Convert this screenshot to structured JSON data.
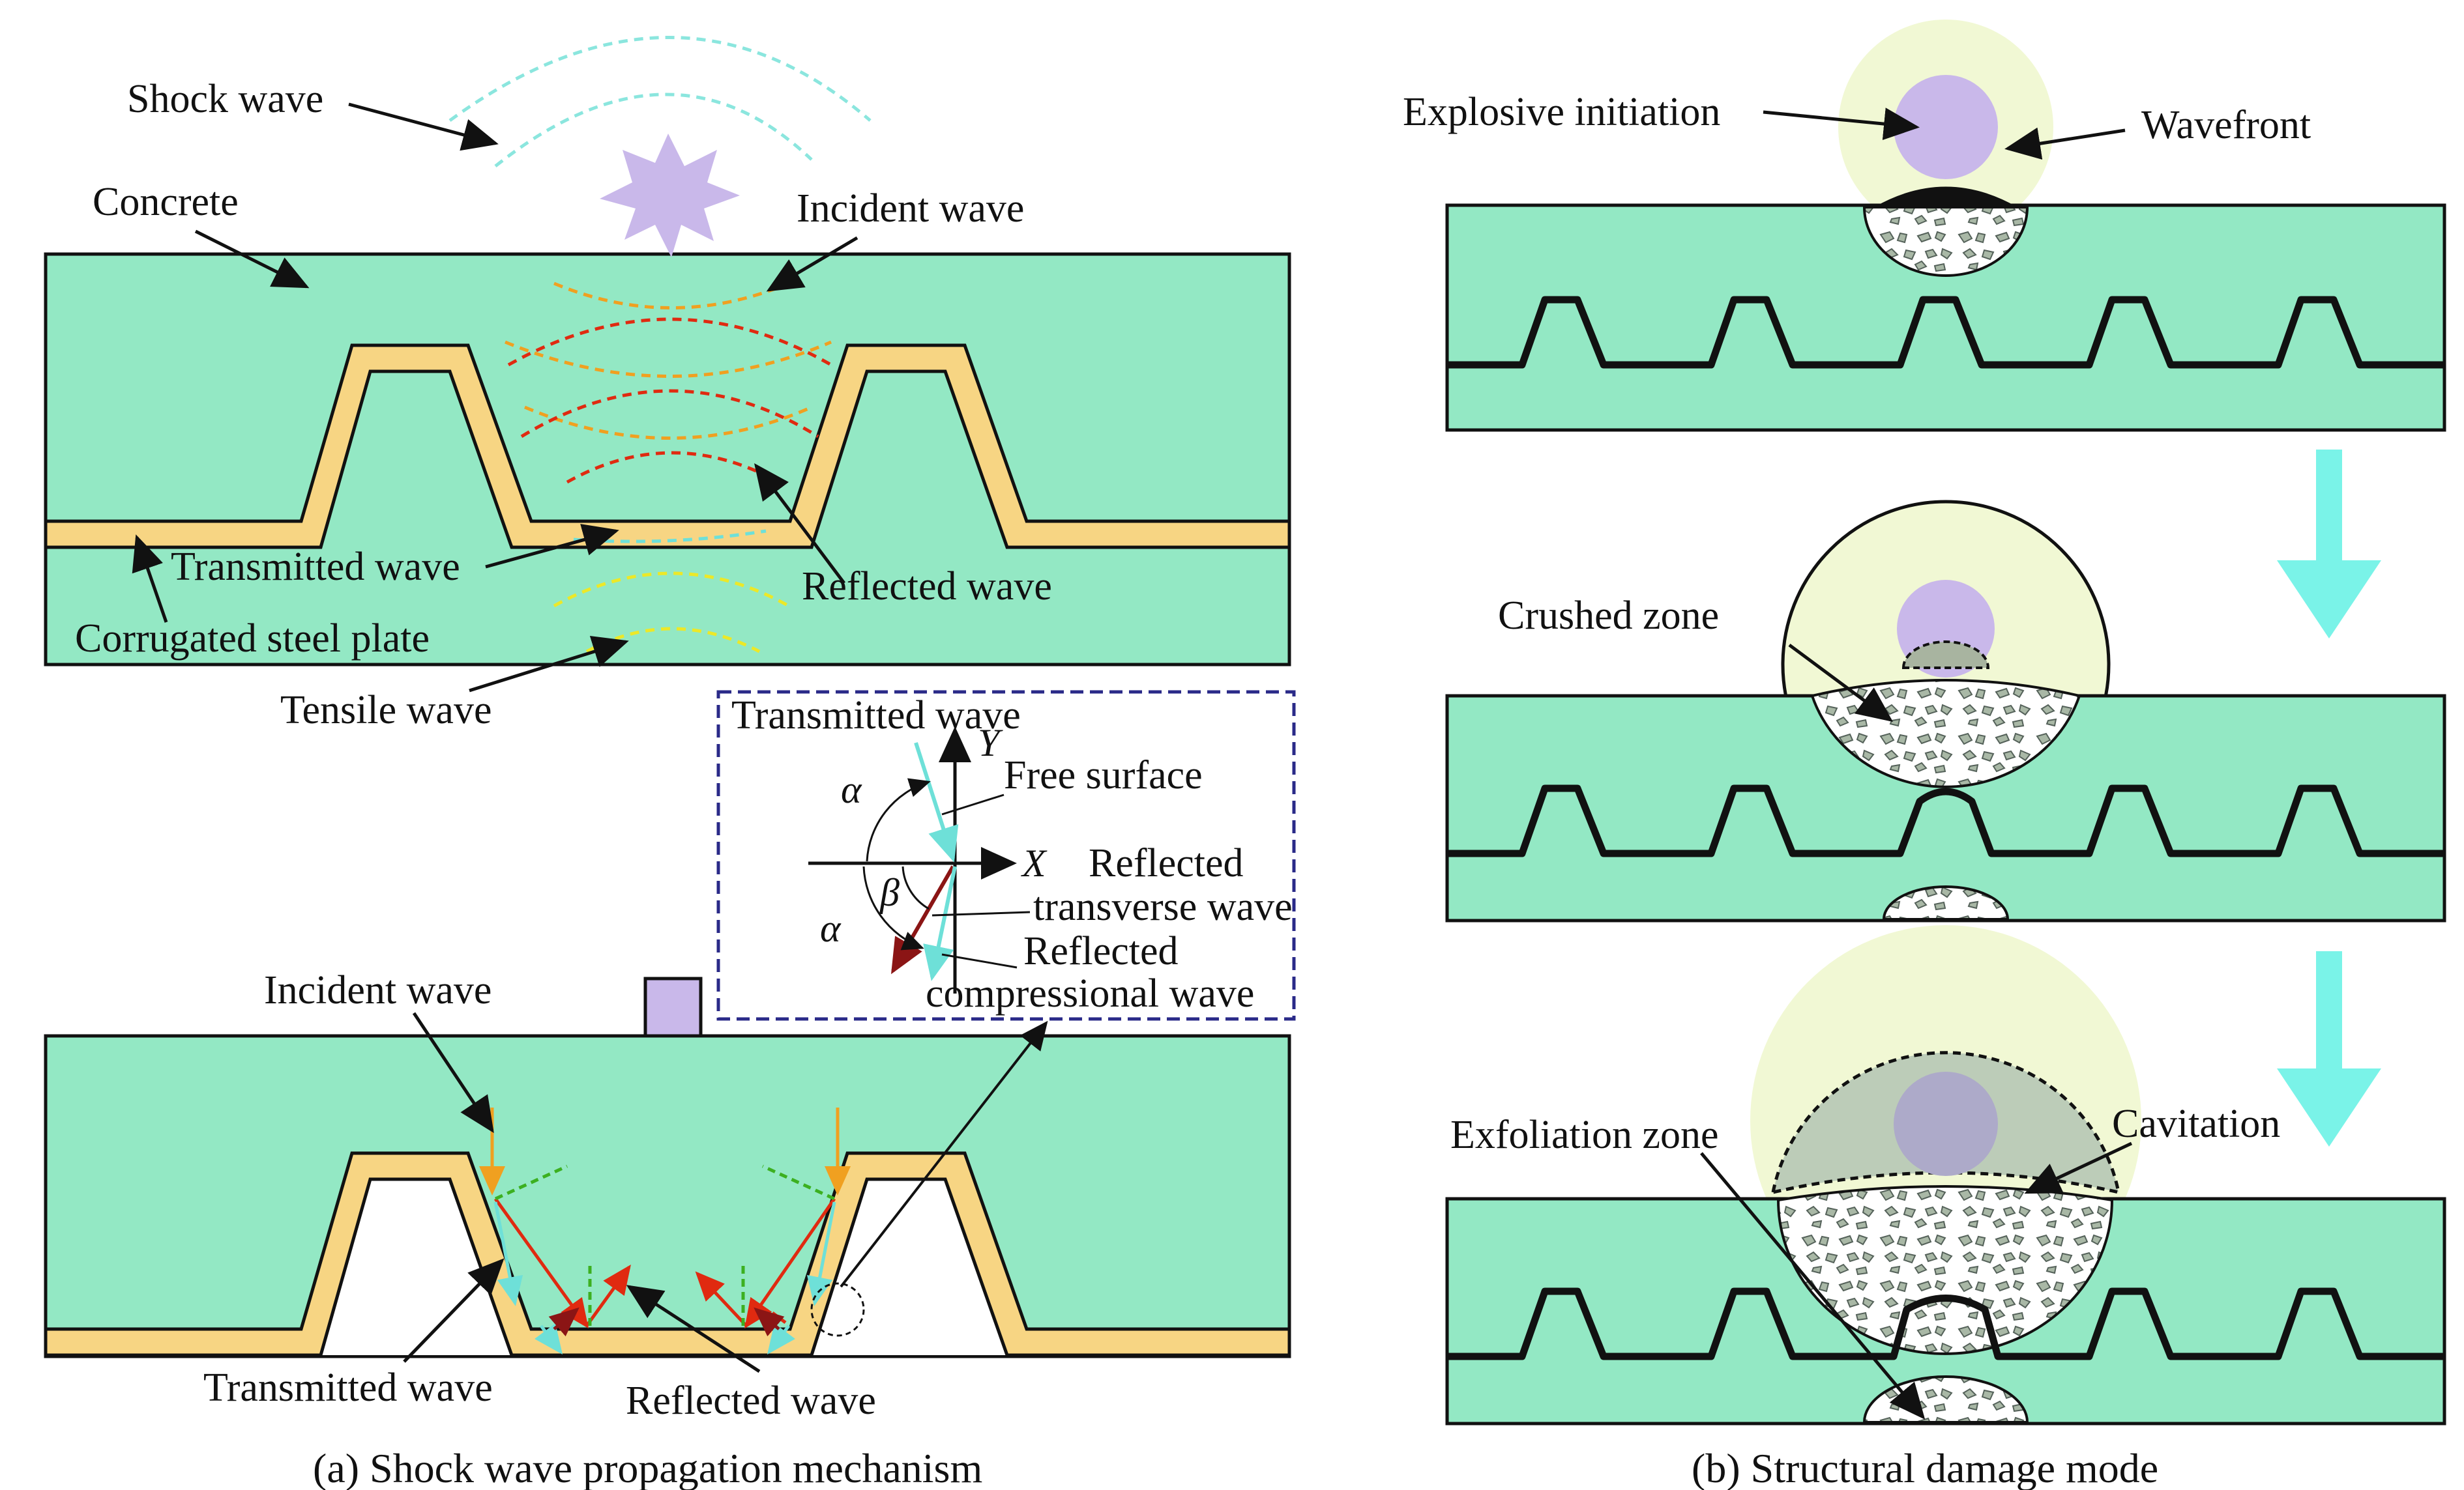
{
  "colors": {
    "concrete": "#93e8c4",
    "steel": "#f7d583",
    "explosion": "#c9b8ea",
    "fireball": "#f1f8d4",
    "arrow_big": "#7af3e8",
    "wave_incident": "#f0a020",
    "wave_reflected": "#e02a10",
    "wave_tensile": "#ece828",
    "wave_shock": "#8be6de",
    "wave_transmitted": "#6ee0d8",
    "wave_reflected_transverse": "#8b1515"
  },
  "panel_a": {
    "caption": "(a) Shock wave propagation mechanism",
    "labels": {
      "shock_wave": "Shock wave",
      "concrete": "Concrete",
      "incident_wave": "Incident wave",
      "transmitted_wave": "Transmitted wave",
      "reflected_wave": "Reflected wave",
      "corrugated_steel_plate": "Corrugated steel plate",
      "tensile_wave": "Tensile wave"
    },
    "lower_labels": {
      "incident_wave": "Incident wave",
      "transmitted_wave": "Transmitted wave",
      "reflected_wave": "Reflected wave"
    },
    "inset": {
      "title": "Transmitted wave",
      "y_axis": "Y",
      "x_axis": "X",
      "alpha_top": "α",
      "alpha_bottom": "α",
      "beta": "β",
      "free_surface": "Free surface",
      "reflected_1": "Reflected",
      "transverse_wave": "transverse wave",
      "reflected_2": "Reflected",
      "compressional_wave": "compressional wave"
    }
  },
  "panel_b": {
    "caption": "(b) Structural damage mode",
    "labels": {
      "explosive_initiation": "Explosive initiation",
      "wavefront": "Wavefront",
      "crushed_zone": "Crushed zone",
      "exfoliation_zone": "Exfoliation zone",
      "cavitation": "Cavitation"
    }
  }
}
